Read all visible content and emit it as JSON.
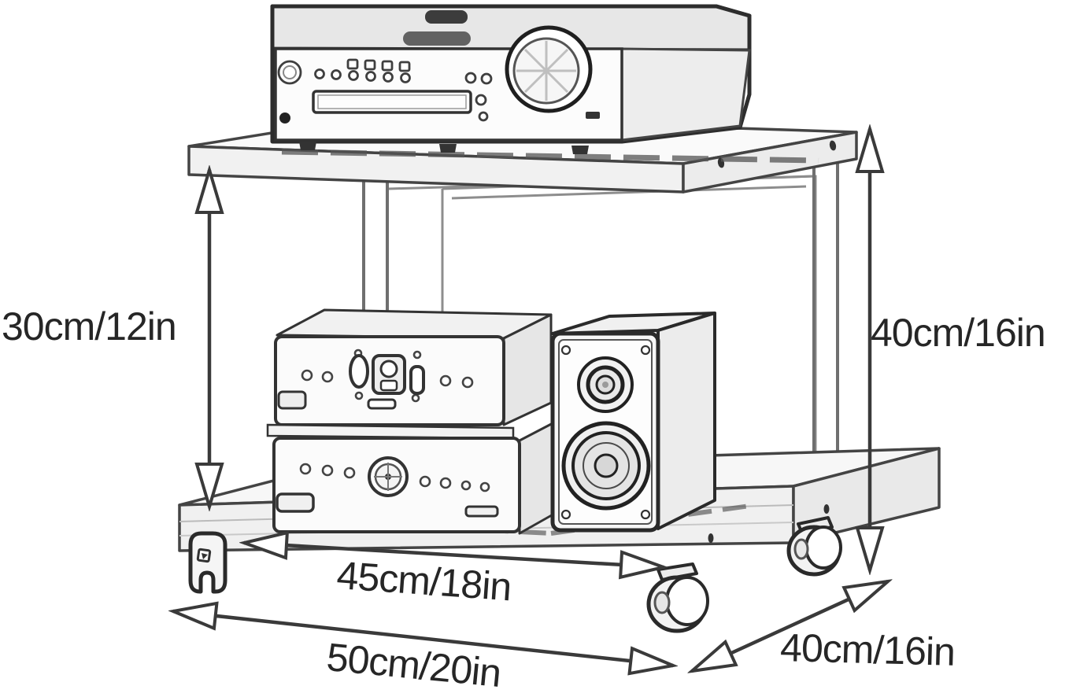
{
  "diagram": {
    "background": "#ffffff",
    "line_color": "#3a3a3a",
    "text_color": "#262626",
    "labels": {
      "shelf_clearance": "30cm/12in",
      "overall_height": "40cm/16in",
      "shelf_width": "45cm/18in",
      "overall_width": "50cm/20in",
      "depth": "40cm/16in"
    },
    "illustrations": [
      "stereo-receiver-on-top-shelf",
      "two-stacked-audio-components-on-bottom-shelf",
      "bookshelf-speaker-on-bottom-shelf",
      "two-tier-av-rack-with-caster-wheels"
    ]
  }
}
